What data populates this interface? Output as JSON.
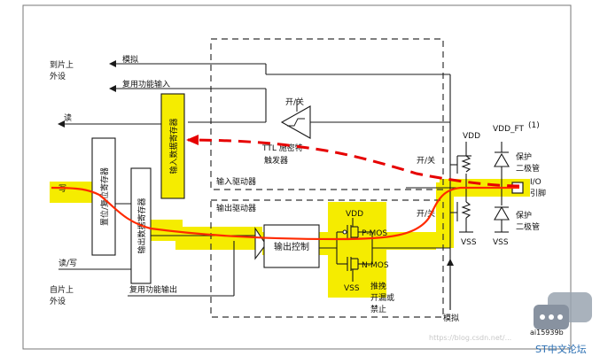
{
  "diagram": {
    "id": "ai15939b",
    "title": "",
    "colors": {
      "highlight": "#f5ec00",
      "write_path": "#ff2a00",
      "read_path": "#e60000",
      "line": "#1a1a1a",
      "dashed_box": "#333333",
      "forum_icon": "#9aa4b0",
      "forum_text": "#2b6fb3"
    },
    "labels": {
      "to_peripheral": "到片上\n外设",
      "analog_top": "模拟",
      "alt_func_input": "复用功能输入",
      "onoff_top": "开/关",
      "read": "读",
      "write": "写",
      "set_reset_reg": "置位/复位寄存器",
      "output_data_reg": "输出数据寄存器",
      "input_data_reg": "输入数据寄存器",
      "ttl_schmitt": "TTL 施密特\n触发器",
      "input_driver": "输入驱动器",
      "output_driver": "输出驱动器",
      "output_control": "输出控制",
      "vdd_mos": "VDD",
      "pmos": "P-MOS",
      "nmos": "N-MOS",
      "vss_mos": "VSS",
      "push_pull": "推挽\n开漏或\n禁止",
      "read_write": "读/写",
      "from_peripheral": "自片上\n外设",
      "alt_func_output": "复用功能输出",
      "analog_bottom": "模拟",
      "vdd_right": "VDD",
      "vdd_ft": "VDD_FT",
      "vdd_ft_note": "(1)",
      "onoff_pu": "开/关",
      "onoff_pd": "开/关",
      "vss_right_1": "VSS",
      "vss_right_2": "VSS",
      "protect_diode_1": "保护\n二极管",
      "protect_diode_2": "保护\n二极管",
      "io_pin": "I/O\n引脚",
      "watermark": "https://blog.csdn.net/...",
      "forum_name": "ST中文论坛"
    },
    "icons": {
      "forum_logo": "chat-bubble-icon"
    }
  }
}
